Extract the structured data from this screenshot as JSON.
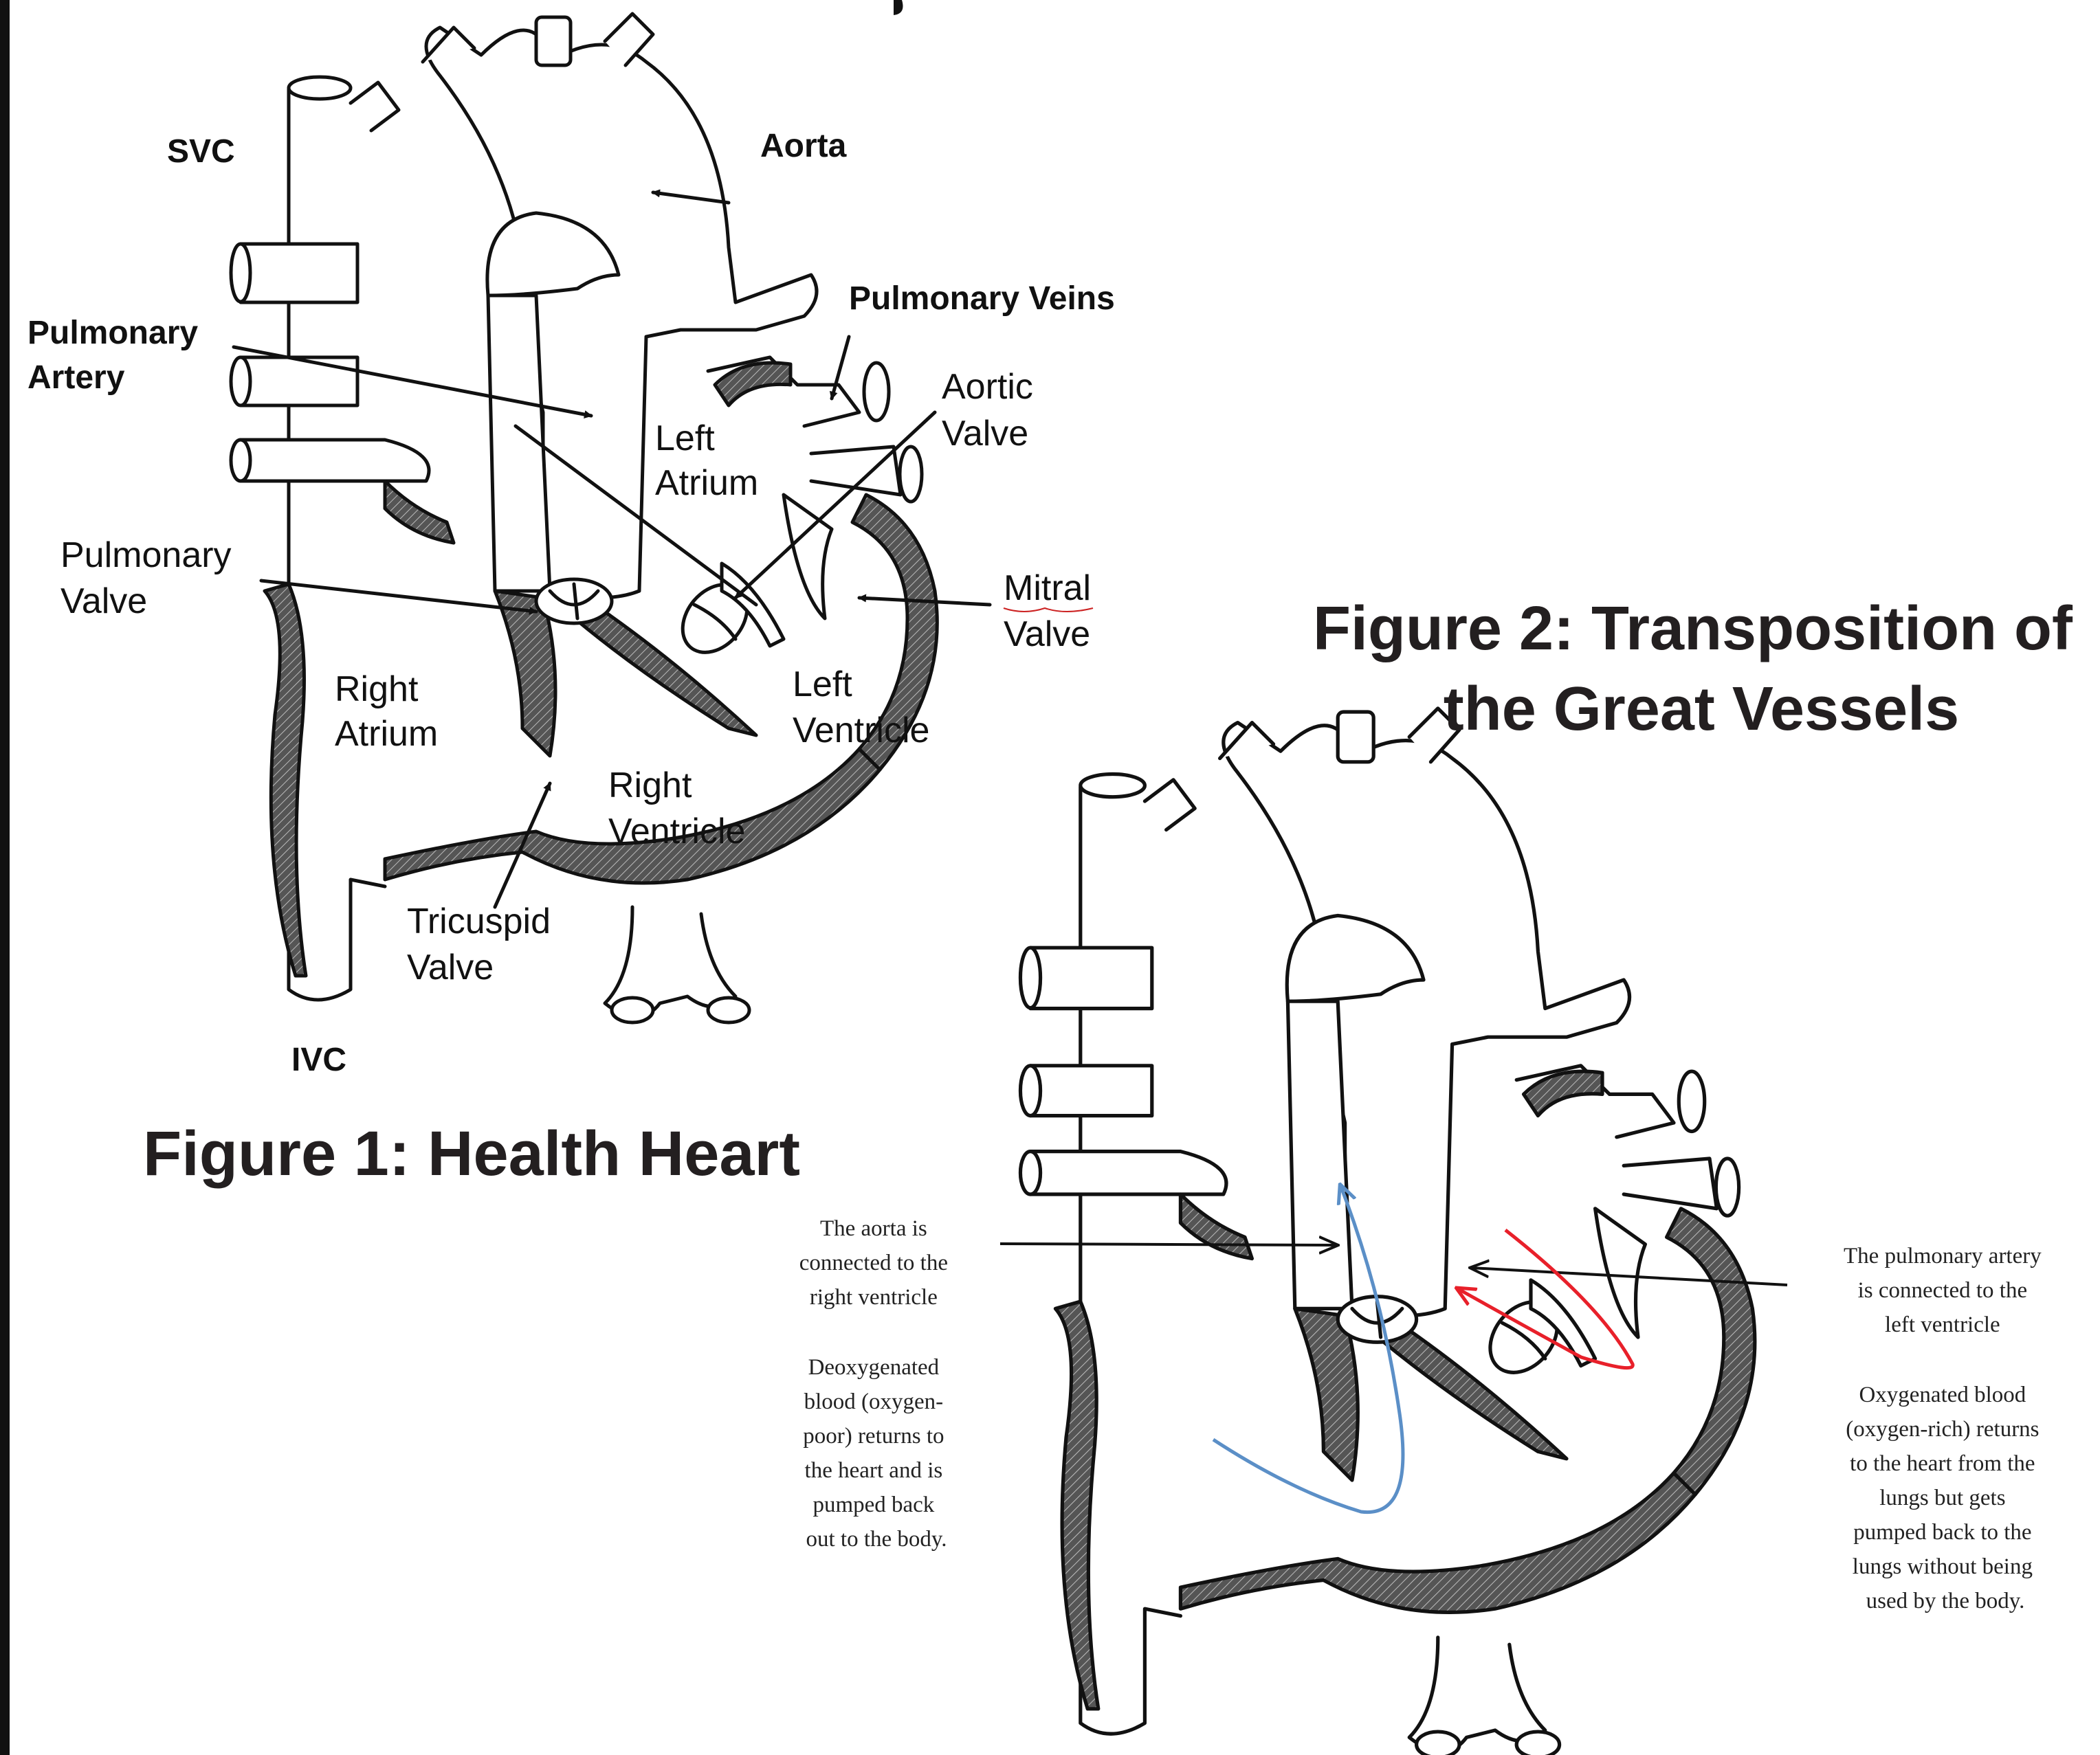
{
  "figure1": {
    "title": "Figure 1: Health Heart",
    "labels": {
      "svc": "SVC",
      "aorta": "Aorta",
      "pulmonary_veins": "Pulmonary Veins",
      "pulmonary_artery": [
        "Pulmonary",
        "Artery"
      ],
      "aortic_valve": [
        "Aortic",
        "Valve"
      ],
      "left_atrium": [
        "Left",
        "Atrium"
      ],
      "pulmonary_valve": [
        "Pulmonary",
        "Valve"
      ],
      "mitral_valve": [
        "Mitral",
        "Valve"
      ],
      "right_atrium": [
        "Right",
        "Atrium"
      ],
      "left_ventricle": [
        "Left",
        "Ventricle"
      ],
      "right_ventricle": [
        "Right",
        "Ventricle"
      ],
      "tricuspid_valve": [
        "Tricuspid",
        "Valve"
      ],
      "ivc": "IVC"
    }
  },
  "figure2": {
    "title": [
      "Figure 2: Transposition of",
      "the Great Vessels"
    ],
    "left_note": {
      "lines": [
        "The aorta is",
        "connected to the",
        "right ventricle",
        "",
        "Deoxygenated",
        "blood (oxygen-",
        "poor) returns to",
        "the heart and is",
        "pumped back",
        "out to the body."
      ]
    },
    "right_note": {
      "lines": [
        "The pulmonary artery",
        "is connected to the",
        "left ventricle",
        "",
        "Oxygenated blood",
        "(oxygen-rich) returns",
        "to the heart from the",
        "lungs but gets",
        "pumped back to the",
        "lungs without being",
        "used by the body."
      ]
    }
  },
  "colors": {
    "deoxygenated_flow": "#5b8fc7",
    "oxygenated_flow": "#e8202a",
    "ink": "#111111"
  }
}
